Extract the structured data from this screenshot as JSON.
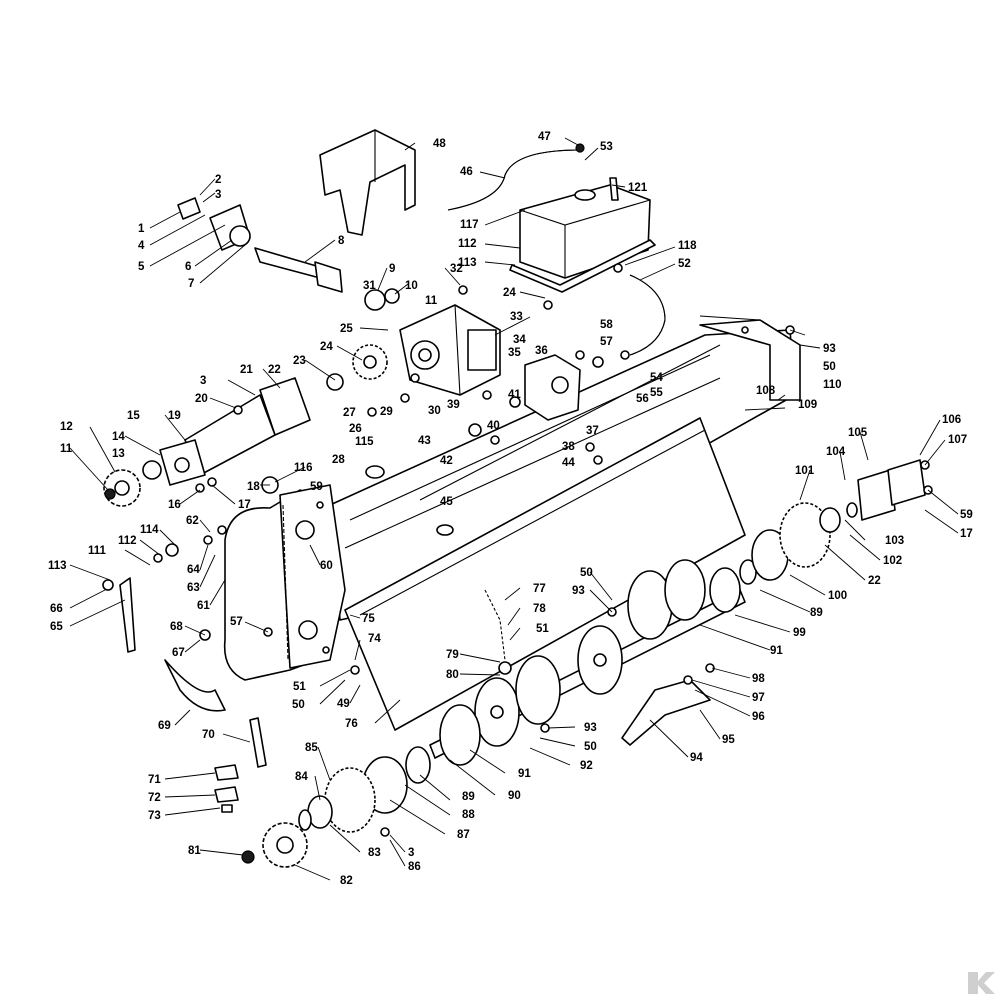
{
  "callouts": [
    {
      "id": "c1",
      "text": "1"
    },
    {
      "id": "c2",
      "text": "2"
    },
    {
      "id": "c3a",
      "text": "3"
    },
    {
      "id": "c4",
      "text": "4"
    },
    {
      "id": "c5",
      "text": "5"
    },
    {
      "id": "c6",
      "text": "6"
    },
    {
      "id": "c7",
      "text": "7"
    },
    {
      "id": "c8",
      "text": "8"
    },
    {
      "id": "c9",
      "text": "9"
    },
    {
      "id": "c10",
      "text": "10"
    },
    {
      "id": "c11a",
      "text": "11"
    },
    {
      "id": "c31",
      "text": "31"
    },
    {
      "id": "c32",
      "text": "32"
    },
    {
      "id": "c25",
      "text": "25"
    },
    {
      "id": "c24a",
      "text": "24"
    },
    {
      "id": "c24b",
      "text": "24"
    },
    {
      "id": "c23",
      "text": "23"
    },
    {
      "id": "c22a",
      "text": "22"
    },
    {
      "id": "c21",
      "text": "21"
    },
    {
      "id": "c3b",
      "text": "3"
    },
    {
      "id": "c20",
      "text": "20"
    },
    {
      "id": "c19",
      "text": "19"
    },
    {
      "id": "c15",
      "text": "15"
    },
    {
      "id": "c14",
      "text": "14"
    },
    {
      "id": "c13",
      "text": "13"
    },
    {
      "id": "c12",
      "text": "12"
    },
    {
      "id": "c11b",
      "text": "11"
    },
    {
      "id": "c16",
      "text": "16"
    },
    {
      "id": "c17a",
      "text": "17"
    },
    {
      "id": "c18",
      "text": "18"
    },
    {
      "id": "c116",
      "text": "116"
    },
    {
      "id": "c59a",
      "text": "59"
    },
    {
      "id": "c27",
      "text": "27"
    },
    {
      "id": "c26",
      "text": "26"
    },
    {
      "id": "c115",
      "text": "115"
    },
    {
      "id": "c28",
      "text": "28"
    },
    {
      "id": "c29",
      "text": "29"
    },
    {
      "id": "c30",
      "text": "30"
    },
    {
      "id": "c33",
      "text": "33"
    },
    {
      "id": "c34",
      "text": "34"
    },
    {
      "id": "c35",
      "text": "35"
    },
    {
      "id": "c36",
      "text": "36"
    },
    {
      "id": "c39",
      "text": "39"
    },
    {
      "id": "c41",
      "text": "41"
    },
    {
      "id": "c40",
      "text": "40"
    },
    {
      "id": "c43",
      "text": "43"
    },
    {
      "id": "c42",
      "text": "42"
    },
    {
      "id": "c45",
      "text": "45"
    },
    {
      "id": "c38",
      "text": "38"
    },
    {
      "id": "c37",
      "text": "37"
    },
    {
      "id": "c44",
      "text": "44"
    },
    {
      "id": "c58",
      "text": "58"
    },
    {
      "id": "c57a",
      "text": "57"
    },
    {
      "id": "c54",
      "text": "54"
    },
    {
      "id": "c55",
      "text": "55"
    },
    {
      "id": "c56",
      "text": "56"
    },
    {
      "id": "c108",
      "text": "108"
    },
    {
      "id": "c109",
      "text": "109"
    },
    {
      "id": "c110",
      "text": "110"
    },
    {
      "id": "c50a",
      "text": "50"
    },
    {
      "id": "c93a",
      "text": "93"
    },
    {
      "id": "c48",
      "text": "48"
    },
    {
      "id": "c47",
      "text": "47"
    },
    {
      "id": "c53",
      "text": "53"
    },
    {
      "id": "c46",
      "text": "46"
    },
    {
      "id": "c121",
      "text": "121"
    },
    {
      "id": "c117",
      "text": "117"
    },
    {
      "id": "c112a",
      "text": "112"
    },
    {
      "id": "c113a",
      "text": "113"
    },
    {
      "id": "c118",
      "text": "118"
    },
    {
      "id": "c52",
      "text": "52"
    },
    {
      "id": "c106",
      "text": "106"
    },
    {
      "id": "c107",
      "text": "107"
    },
    {
      "id": "c105",
      "text": "105"
    },
    {
      "id": "c104",
      "text": "104"
    },
    {
      "id": "c101",
      "text": "101"
    },
    {
      "id": "c59b",
      "text": "59"
    },
    {
      "id": "c17b",
      "text": "17"
    },
    {
      "id": "c103",
      "text": "103"
    },
    {
      "id": "c102",
      "text": "102"
    },
    {
      "id": "c22b",
      "text": "22"
    },
    {
      "id": "c100",
      "text": "100"
    },
    {
      "id": "c89a",
      "text": "89"
    },
    {
      "id": "c99",
      "text": "99"
    },
    {
      "id": "c91a",
      "text": "91"
    },
    {
      "id": "c62",
      "text": "62"
    },
    {
      "id": "c60",
      "text": "60"
    },
    {
      "id": "c64",
      "text": "64"
    },
    {
      "id": "c63",
      "text": "63"
    },
    {
      "id": "c61",
      "text": "61"
    },
    {
      "id": "c114",
      "text": "114"
    },
    {
      "id": "c112b",
      "text": "112"
    },
    {
      "id": "c111",
      "text": "111"
    },
    {
      "id": "c113b",
      "text": "113"
    },
    {
      "id": "c66",
      "text": "66"
    },
    {
      "id": "c65",
      "text": "65"
    },
    {
      "id": "c68",
      "text": "68"
    },
    {
      "id": "c67",
      "text": "67"
    },
    {
      "id": "c57b",
      "text": "57"
    },
    {
      "id": "c69",
      "text": "69"
    },
    {
      "id": "c70",
      "text": "70"
    },
    {
      "id": "c75",
      "text": "75"
    },
    {
      "id": "c74",
      "text": "74"
    },
    {
      "id": "c51a",
      "text": "51"
    },
    {
      "id": "c50b",
      "text": "50"
    },
    {
      "id": "c49",
      "text": "49"
    },
    {
      "id": "c76",
      "text": "76"
    },
    {
      "id": "c77",
      "text": "77"
    },
    {
      "id": "c78",
      "text": "78"
    },
    {
      "id": "c51b",
      "text": "51"
    },
    {
      "id": "c79",
      "text": "79"
    },
    {
      "id": "c80",
      "text": "80"
    },
    {
      "id": "c50c",
      "text": "50"
    },
    {
      "id": "c93b",
      "text": "93"
    },
    {
      "id": "c93c",
      "text": "93"
    },
    {
      "id": "c50d",
      "text": "50"
    },
    {
      "id": "c92",
      "text": "92"
    },
    {
      "id": "c91b",
      "text": "91"
    },
    {
      "id": "c90",
      "text": "90"
    },
    {
      "id": "c89b",
      "text": "89"
    },
    {
      "id": "c88",
      "text": "88"
    },
    {
      "id": "c87",
      "text": "87"
    },
    {
      "id": "c85",
      "text": "85"
    },
    {
      "id": "c84",
      "text": "84"
    },
    {
      "id": "c83",
      "text": "83"
    },
    {
      "id": "c3c",
      "text": "3"
    },
    {
      "id": "c86",
      "text": "86"
    },
    {
      "id": "c81",
      "text": "81"
    },
    {
      "id": "c82",
      "text": "82"
    },
    {
      "id": "c71",
      "text": "71"
    },
    {
      "id": "c72",
      "text": "72"
    },
    {
      "id": "c73",
      "text": "73"
    },
    {
      "id": "c98",
      "text": "98"
    },
    {
      "id": "c97",
      "text": "97"
    },
    {
      "id": "c96",
      "text": "96"
    },
    {
      "id": "c95",
      "text": "95"
    },
    {
      "id": "c94",
      "text": "94"
    }
  ]
}
